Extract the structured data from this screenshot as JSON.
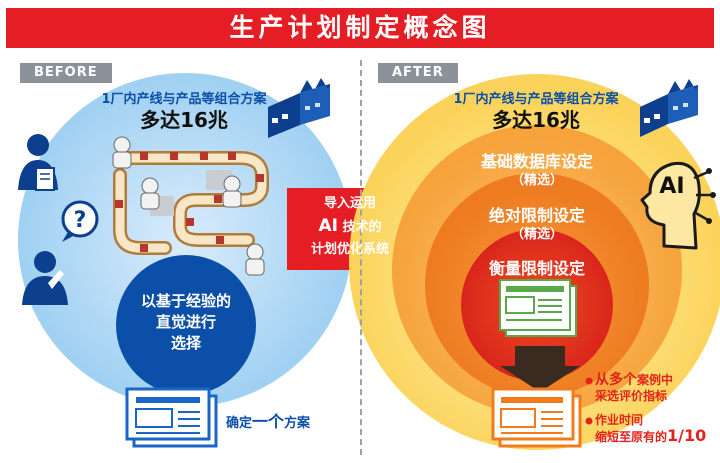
{
  "title": "生产计划制定概念图",
  "before": {
    "tag": "BEFORE",
    "headline1": "1厂内产线与产品等组合方案",
    "headline2": "多达16兆",
    "decision_lines": [
      "以基于经验的",
      "直觉进行",
      "选择"
    ],
    "result_prefix": "确定",
    "result_emph": "一个",
    "result_suffix": "方案"
  },
  "middle_arrow": {
    "line1": "导入运用",
    "line2_ai": "AI",
    "line2_rest": "技术的",
    "line3": "计划优化系统"
  },
  "after": {
    "tag": "AFTER",
    "headline1": "1厂内产线与产品等组合方案",
    "headline2": "多达16兆",
    "layer1": "基础数据库设定",
    "layer1_sub": "（精选）",
    "layer2": "绝对限制设定",
    "layer2_sub": "（精选）",
    "layer3": "衡量限制设定",
    "ai_label": "AI",
    "bullet1_emph": "从多个",
    "bullet1_rest": "案例中",
    "bullet1_line2": "采选评价指标",
    "bullet2_line1": "作业时间",
    "bullet2_line2_pre": "缩短至原有的",
    "bullet2_emph": "1/10"
  },
  "colors": {
    "red": "#e51e25",
    "blue": "#0b4fa8",
    "tag_gray": "#8b9299",
    "orange": "#f07c1e",
    "yellow": "#fddf6a"
  },
  "icons": [
    "factory-icon",
    "worker-icon",
    "question-icon",
    "thinking-person-icon",
    "document-icon",
    "ai-head-icon",
    "down-arrow-icon",
    "right-arrow-icon"
  ]
}
